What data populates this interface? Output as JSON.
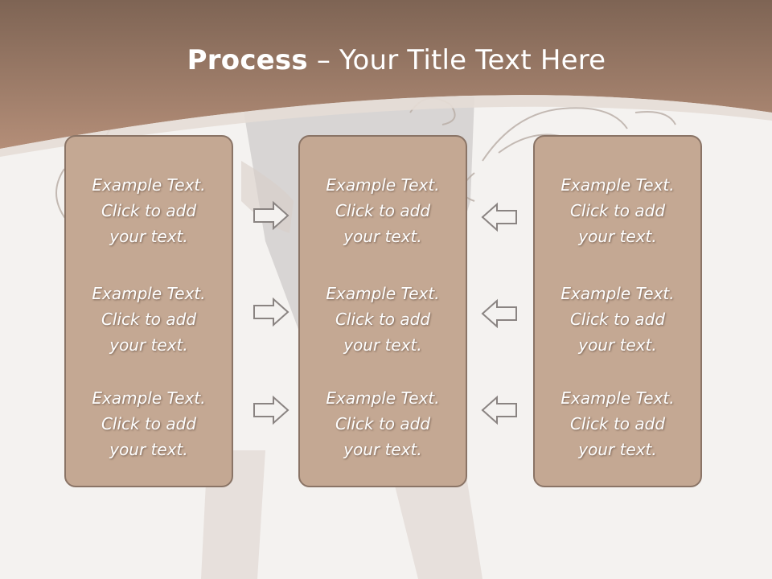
{
  "title": {
    "bold": "Process",
    "dash": " – ",
    "rest": "Your Title Text Here"
  },
  "columns": [
    {
      "items": [
        {
          "l1": "Example Text.",
          "l2": "Click  to add",
          "l3": "your text."
        },
        {
          "l1": "Example Text.",
          "l2": "Click  to add",
          "l3": "your text."
        },
        {
          "l1": "Example Text.",
          "l2": "Click  to add",
          "l3": "your text."
        }
      ]
    },
    {
      "items": [
        {
          "l1": "Example Text.",
          "l2": "Click  to add",
          "l3": "your text."
        },
        {
          "l1": "Example Text.",
          "l2": "Click  to add",
          "l3": "your text."
        },
        {
          "l1": "Example Text.",
          "l2": "Click  to add",
          "l3": "your text."
        }
      ]
    },
    {
      "items": [
        {
          "l1": "Example Text.",
          "l2": "Click  to add",
          "l3": "your text."
        },
        {
          "l1": "Example Text.",
          "l2": "Click  to add",
          "l3": "your text."
        },
        {
          "l1": "Example Text.",
          "l2": "Click  to add",
          "l3": "your text."
        }
      ]
    }
  ],
  "arrows": {
    "left_group": "right-arrow-icon",
    "right_group": "left-arrow-icon"
  },
  "colors": {
    "header": "#9a7a66",
    "panel": "#c4a893",
    "panel_border": "#8a7466",
    "background": "#f4f2f0"
  }
}
